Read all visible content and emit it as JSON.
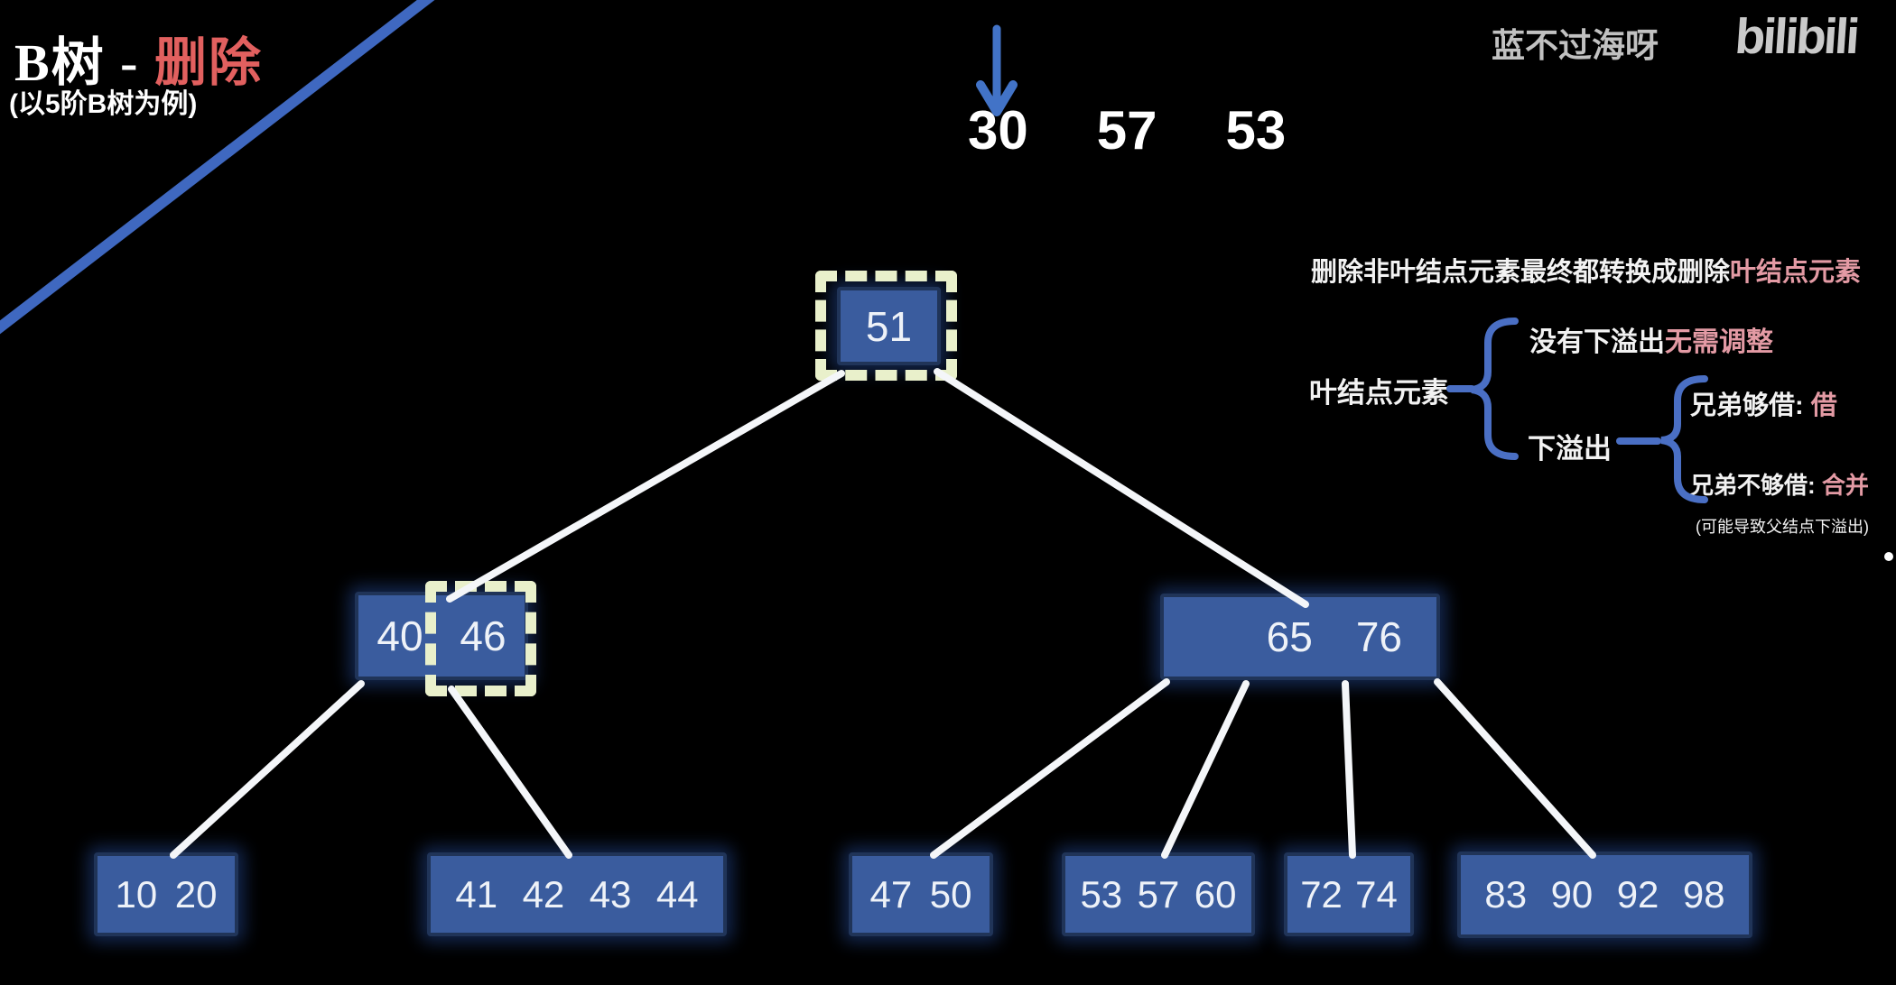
{
  "header": {
    "title_main": "B树 - ",
    "title_accent": "删除",
    "subtitle": "(以5阶B树为例)",
    "watermark": "蓝不过海呀",
    "logo": "bilibili"
  },
  "deletion_queue": {
    "arrow_icon": "down-arrow",
    "items": [
      "30",
      "57",
      "53"
    ]
  },
  "notes": {
    "line1_white": "删除非叶结点元素最终都转换成删除",
    "line1_pink": "叶结点元素",
    "branch_root_label": "叶结点元素",
    "case1_white": "没有下溢出",
    "case1_pink": "无需调整",
    "case2_label": "下溢出",
    "case2a_white": "兄弟够借: ",
    "case2a_pink": "借",
    "case2b_white": "兄弟不够借: ",
    "case2b_pink": "合并",
    "case2b_sub": "(可能导致父结点下溢出)"
  },
  "tree": {
    "order_note": "5阶B树",
    "root": {
      "keys": [
        "51"
      ],
      "highlighted": true
    },
    "internal": [
      {
        "keys": [
          "40",
          "46"
        ],
        "highlighted_key": "46"
      },
      {
        "keys": [
          "65",
          "76"
        ],
        "highlighted_key": null
      }
    ],
    "leaves": [
      {
        "keys": [
          "10",
          "20"
        ]
      },
      {
        "keys": [
          "41",
          "42",
          "43",
          "44"
        ]
      },
      {
        "keys": [
          "47",
          "50"
        ]
      },
      {
        "keys": [
          "53",
          "57",
          "60"
        ]
      },
      {
        "keys": [
          "72",
          "74"
        ]
      },
      {
        "keys": [
          "83",
          "90",
          "92",
          "98"
        ]
      }
    ]
  },
  "colors": {
    "background": "#000000",
    "node_fill": "#3a5c9e",
    "node_border": "#203458",
    "dash_highlight": "#e9f0cb",
    "edge_line": "#f4f6f9",
    "blue_line": "#3f68c0",
    "arrow_blue": "#4273c7",
    "title_accent_red": "#e2605f",
    "note_pink": "#e39aa4",
    "watermark_gray": "#c1c1c1"
  }
}
